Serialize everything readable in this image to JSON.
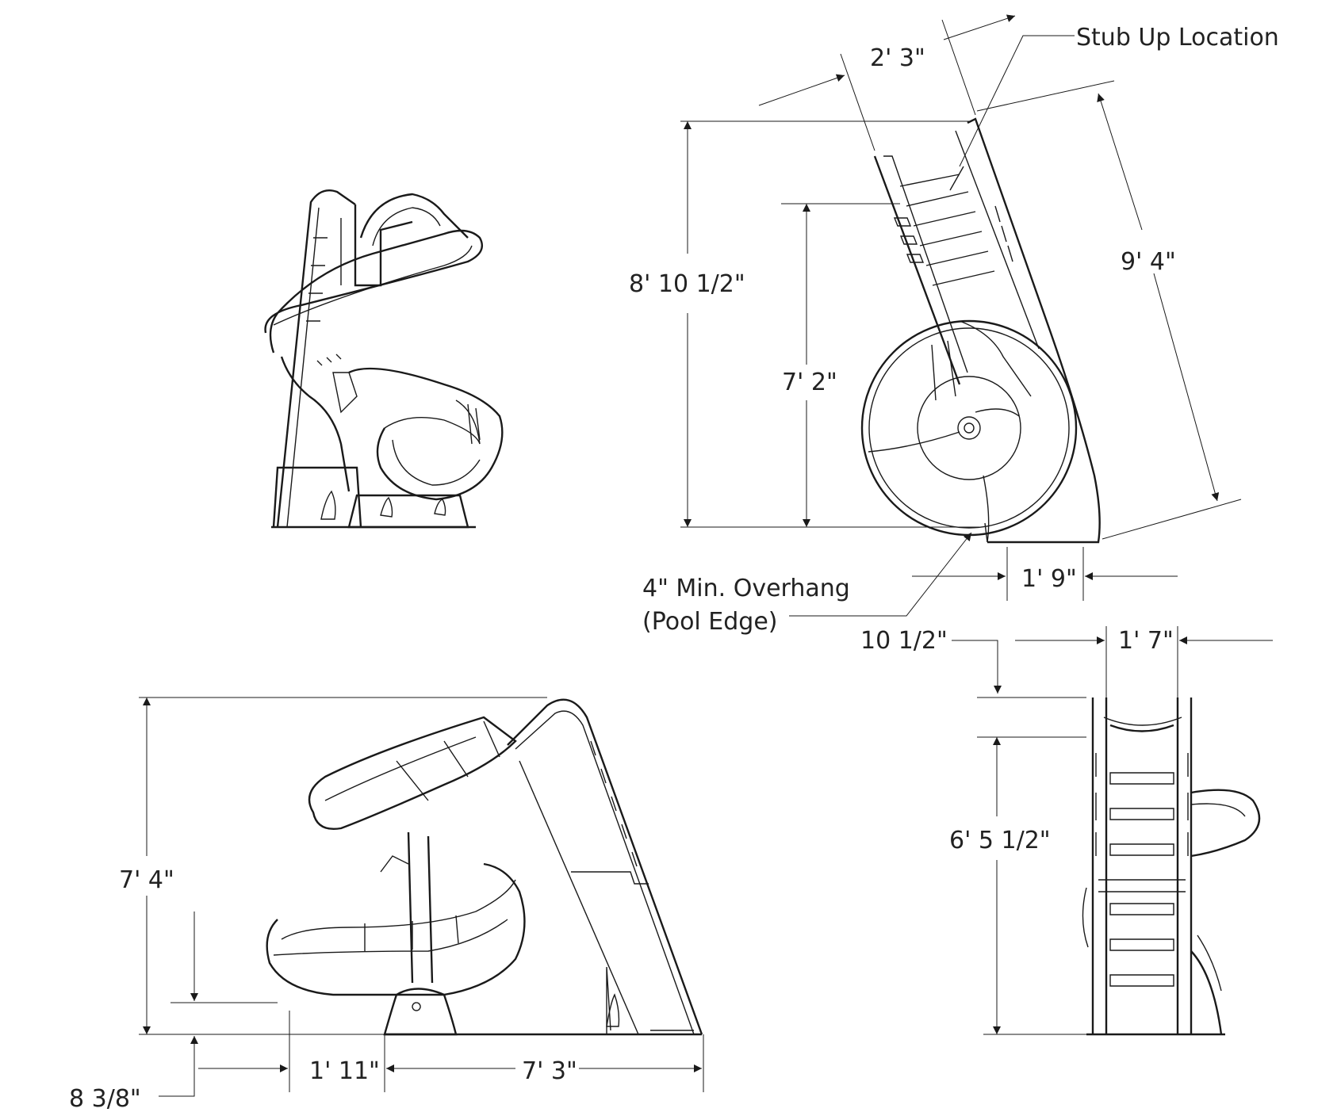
{
  "labels": {
    "stub_up_location": "Stub Up Location",
    "overhang_line1": "4\" Min. Overhang",
    "overhang_line2": "(Pool Edge)"
  },
  "dimensions": {
    "width_top": "2' 3\"",
    "total_height": "8' 10 1/2\"",
    "platform_height": "7' 2\"",
    "diagonal_length": "9' 4\"",
    "base_width": "1' 9\"",
    "exit_height_offset": "10 1/2\"",
    "front_width": "1' 7\"",
    "front_height": "6' 5 1/2\"",
    "side_height": "7' 4\"",
    "exit_drop": "8 3/8\"",
    "exit_length": "1' 11\"",
    "side_length": "7' 3\""
  },
  "colors": {
    "line": "#1a1a1a",
    "background": "#ffffff"
  }
}
